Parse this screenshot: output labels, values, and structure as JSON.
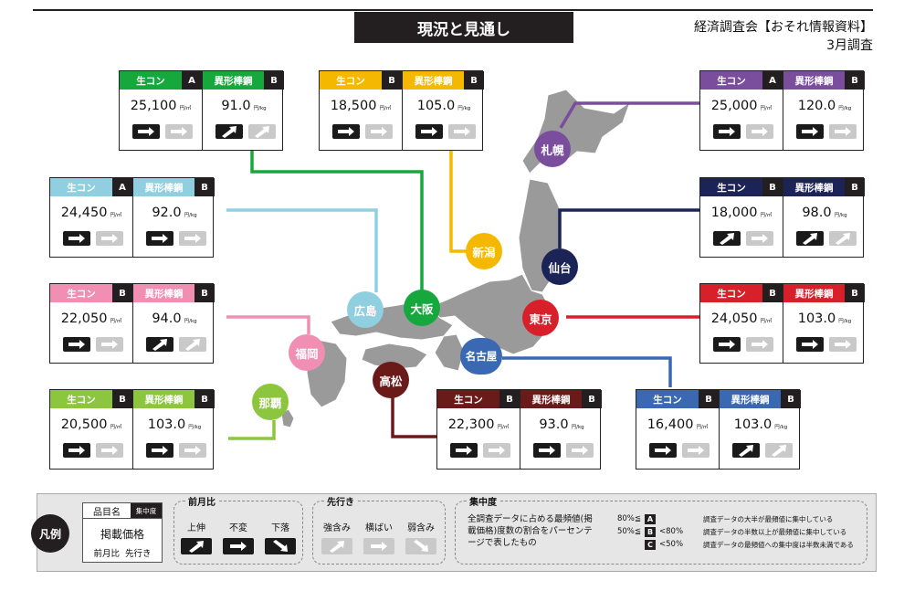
{
  "header": {
    "title": "現況と見通し",
    "publisher": "経済調査会【おそれ情報資料】",
    "month": "3月調査"
  },
  "colors": {
    "sapporo": "#7a4e9c",
    "sendai": "#1c2357",
    "tokyo": "#d8202a",
    "nagoya": "#3a68b2",
    "niigata": "#f5b800",
    "osaka": "#17a83d",
    "hiroshima": "#8fcfe0",
    "fukuoka": "#f08fb2",
    "takamatsu": "#6b1a1a",
    "naha": "#8cc63f"
  },
  "product_labels": {
    "concrete": "生コン",
    "rebar": "異形棒鋼",
    "unit_concrete": "円/㎥",
    "unit_rebar": "円/kg"
  },
  "cards": [
    {
      "city": "大阪",
      "cc": "A",
      "cv": "25,100",
      "ca1": "right",
      "rc": "B",
      "rv": "91.0",
      "ra1": "up"
    },
    {
      "city": "新潟",
      "cc": "B",
      "cv": "18,500",
      "ca1": "right",
      "rc": "B",
      "rv": "105.0",
      "ra1": "right"
    },
    {
      "city": "札幌",
      "cc": "A",
      "cv": "25,000",
      "ca1": "right",
      "rc": "B",
      "rv": "120.0",
      "ra1": "right"
    },
    {
      "city": "広島",
      "cc": "A",
      "cv": "24,450",
      "ca1": "right",
      "rc": "B",
      "rv": "92.0",
      "ra1": "right"
    },
    {
      "city": "仙台",
      "cc": "B",
      "cv": "18,000",
      "ca1": "up",
      "rc": "B",
      "rv": "98.0",
      "ra1": "up"
    },
    {
      "city": "福岡",
      "cc": "B",
      "cv": "22,050",
      "ca1": "right",
      "rc": "B",
      "rv": "94.0",
      "ra1": "up"
    },
    {
      "city": "東京",
      "cc": "B",
      "cv": "24,050",
      "ca1": "right",
      "rc": "B",
      "rv": "103.0",
      "ra1": "right"
    },
    {
      "city": "那覇",
      "cc": "B",
      "cv": "20,500",
      "ca1": "right",
      "rc": "B",
      "rv": "103.0",
      "ra1": "right"
    },
    {
      "city": "高松",
      "cc": "B",
      "cv": "22,300",
      "ca1": "right",
      "rc": "B",
      "rv": "93.0",
      "ra1": "right"
    },
    {
      "city": "名古屋",
      "cc": "B",
      "cv": "16,400",
      "ca1": "right",
      "rc": "B",
      "rv": "103.0",
      "ra1": "up"
    }
  ],
  "cities": {
    "sapporo": "札幌",
    "sendai": "仙台",
    "tokyo": "東京",
    "nagoya": "名古屋",
    "niigata": "新潟",
    "osaka": "大阪",
    "hiroshima": "広島",
    "fukuoka": "福岡",
    "takamatsu": "高松",
    "naha": "那覇"
  },
  "legend": {
    "title": "凡例",
    "item_name": "品目名",
    "concentration": "集中度",
    "price": "掲載価格",
    "prev_month": "前月比",
    "outlook": "先行き",
    "prev_label": "前月比",
    "prev_up": "上伸",
    "prev_same": "不変",
    "prev_down": "下落",
    "outlook_label": "先行き",
    "outlook_strong": "強含み",
    "outlook_flat": "横ばい",
    "outlook_weak": "弱含み",
    "conc_label": "集中度",
    "conc_text": "全調査データに占める最頻値(掲載価格)度数の割合をパーセンテージで表したもの",
    "conc_rows": [
      {
        "pre": "80%≦",
        "grade": "A",
        "post": "",
        "desc": "調査データの大半が最頻値に集中している"
      },
      {
        "pre": "50%≦",
        "grade": "B",
        "post": "<80%",
        "desc": "調査データの半数以上が最頻値に集中している"
      },
      {
        "pre": "",
        "grade": "C",
        "post": "<50%",
        "desc": "調査データの最頻値への集中度は半数未満である"
      }
    ]
  }
}
